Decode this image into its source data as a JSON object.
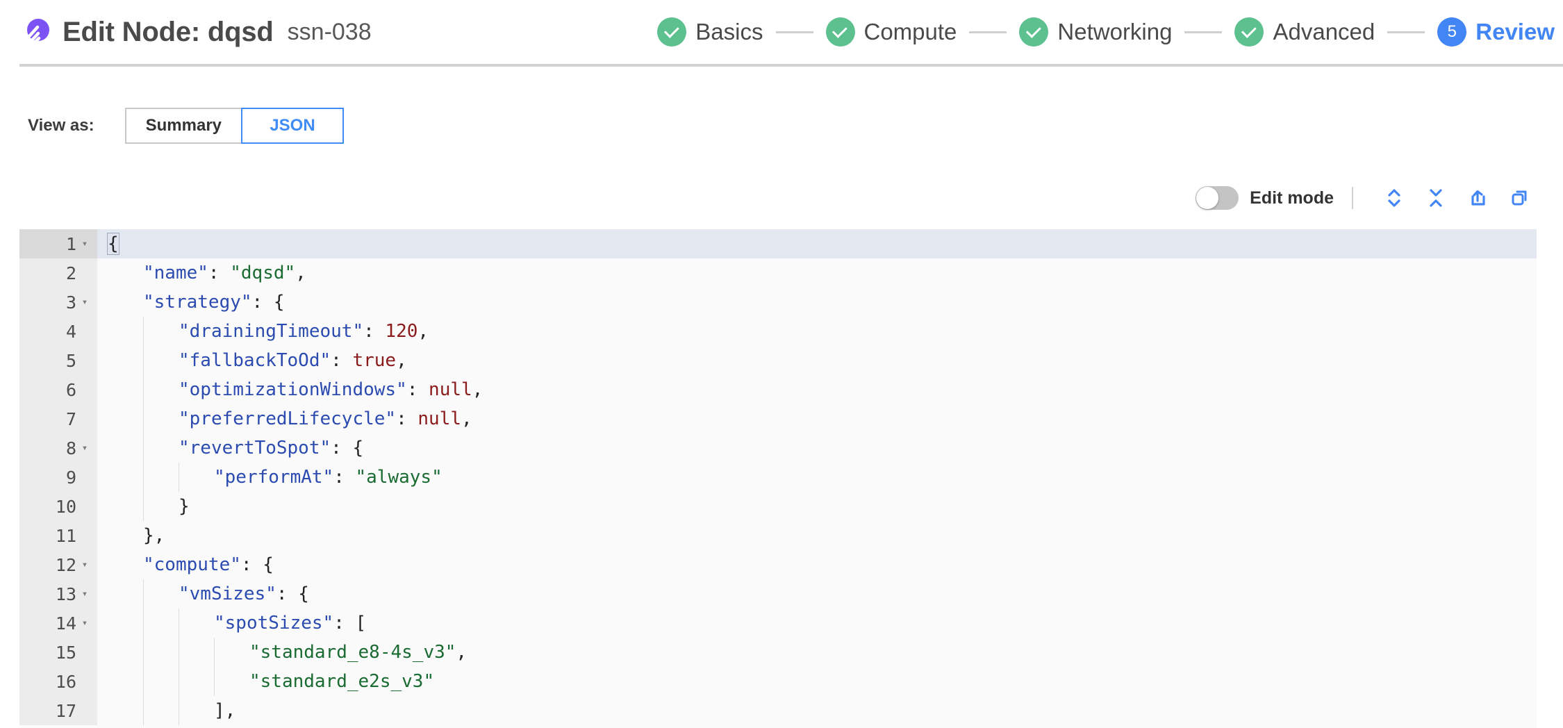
{
  "header": {
    "logo_icon": "spot-comet-logo",
    "title": "Edit Node: dqsd",
    "subtitle": "ssn-038",
    "brand_color": "#7c52f5"
  },
  "stepper": {
    "active_color": "#4285f4",
    "done_color": "#5cc08f",
    "steps": [
      {
        "label": "Basics",
        "state": "done",
        "marker": "check"
      },
      {
        "label": "Compute",
        "state": "done",
        "marker": "check"
      },
      {
        "label": "Networking",
        "state": "done",
        "marker": "check"
      },
      {
        "label": "Advanced",
        "state": "done",
        "marker": "check"
      },
      {
        "label": "Review",
        "state": "active",
        "marker": "5"
      }
    ]
  },
  "view_as": {
    "label": "View as:",
    "options": [
      {
        "label": "Summary",
        "selected": false
      },
      {
        "label": "JSON",
        "selected": true
      }
    ]
  },
  "editor_toolbar": {
    "edit_mode_label": "Edit mode",
    "edit_mode_on": false,
    "icons": [
      {
        "name": "expand-all-icon",
        "title": "Expand all"
      },
      {
        "name": "collapse-all-icon",
        "title": "Collapse all"
      },
      {
        "name": "export-icon",
        "title": "Export"
      },
      {
        "name": "copy-icon",
        "title": "Copy"
      }
    ],
    "icon_color": "#4285f4"
  },
  "json_editor": {
    "current_line": 1,
    "lines": [
      {
        "num": 1,
        "foldable": true,
        "indent": 0,
        "tokens": [
          {
            "t": "{",
            "c": "p"
          }
        ]
      },
      {
        "num": 2,
        "foldable": false,
        "indent": 1,
        "tokens": [
          {
            "t": "\"name\"",
            "c": "k"
          },
          {
            "t": ": ",
            "c": "p"
          },
          {
            "t": "\"dqsd\"",
            "c": "s"
          },
          {
            "t": ",",
            "c": "p"
          }
        ]
      },
      {
        "num": 3,
        "foldable": true,
        "indent": 1,
        "tokens": [
          {
            "t": "\"strategy\"",
            "c": "k"
          },
          {
            "t": ": {",
            "c": "p"
          }
        ]
      },
      {
        "num": 4,
        "foldable": false,
        "indent": 2,
        "tokens": [
          {
            "t": "\"drainingTimeout\"",
            "c": "k"
          },
          {
            "t": ": ",
            "c": "p"
          },
          {
            "t": "120",
            "c": "n"
          },
          {
            "t": ",",
            "c": "p"
          }
        ]
      },
      {
        "num": 5,
        "foldable": false,
        "indent": 2,
        "tokens": [
          {
            "t": "\"fallbackToOd\"",
            "c": "k"
          },
          {
            "t": ": ",
            "c": "p"
          },
          {
            "t": "true",
            "c": "n"
          },
          {
            "t": ",",
            "c": "p"
          }
        ]
      },
      {
        "num": 6,
        "foldable": false,
        "indent": 2,
        "tokens": [
          {
            "t": "\"optimizationWindows\"",
            "c": "k"
          },
          {
            "t": ": ",
            "c": "p"
          },
          {
            "t": "null",
            "c": "n"
          },
          {
            "t": ",",
            "c": "p"
          }
        ]
      },
      {
        "num": 7,
        "foldable": false,
        "indent": 2,
        "tokens": [
          {
            "t": "\"preferredLifecycle\"",
            "c": "k"
          },
          {
            "t": ": ",
            "c": "p"
          },
          {
            "t": "null",
            "c": "n"
          },
          {
            "t": ",",
            "c": "p"
          }
        ]
      },
      {
        "num": 8,
        "foldable": true,
        "indent": 2,
        "tokens": [
          {
            "t": "\"revertToSpot\"",
            "c": "k"
          },
          {
            "t": ": {",
            "c": "p"
          }
        ]
      },
      {
        "num": 9,
        "foldable": false,
        "indent": 3,
        "tokens": [
          {
            "t": "\"performAt\"",
            "c": "k"
          },
          {
            "t": ": ",
            "c": "p"
          },
          {
            "t": "\"always\"",
            "c": "s"
          }
        ]
      },
      {
        "num": 10,
        "foldable": false,
        "indent": 2,
        "tokens": [
          {
            "t": "}",
            "c": "p"
          }
        ]
      },
      {
        "num": 11,
        "foldable": false,
        "indent": 1,
        "tokens": [
          {
            "t": "},",
            "c": "p"
          }
        ]
      },
      {
        "num": 12,
        "foldable": true,
        "indent": 1,
        "tokens": [
          {
            "t": "\"compute\"",
            "c": "k"
          },
          {
            "t": ": {",
            "c": "p"
          }
        ]
      },
      {
        "num": 13,
        "foldable": true,
        "indent": 2,
        "tokens": [
          {
            "t": "\"vmSizes\"",
            "c": "k"
          },
          {
            "t": ": {",
            "c": "p"
          }
        ]
      },
      {
        "num": 14,
        "foldable": true,
        "indent": 3,
        "tokens": [
          {
            "t": "\"spotSizes\"",
            "c": "k"
          },
          {
            "t": ": [",
            "c": "p"
          }
        ]
      },
      {
        "num": 15,
        "foldable": false,
        "indent": 4,
        "tokens": [
          {
            "t": "\"standard_e8-4s_v3\"",
            "c": "s"
          },
          {
            "t": ",",
            "c": "p"
          }
        ]
      },
      {
        "num": 16,
        "foldable": false,
        "indent": 4,
        "tokens": [
          {
            "t": "\"standard_e2s_v3\"",
            "c": "s"
          }
        ]
      },
      {
        "num": 17,
        "foldable": false,
        "indent": 3,
        "tokens": [
          {
            "t": "],",
            "c": "p"
          }
        ]
      }
    ]
  }
}
